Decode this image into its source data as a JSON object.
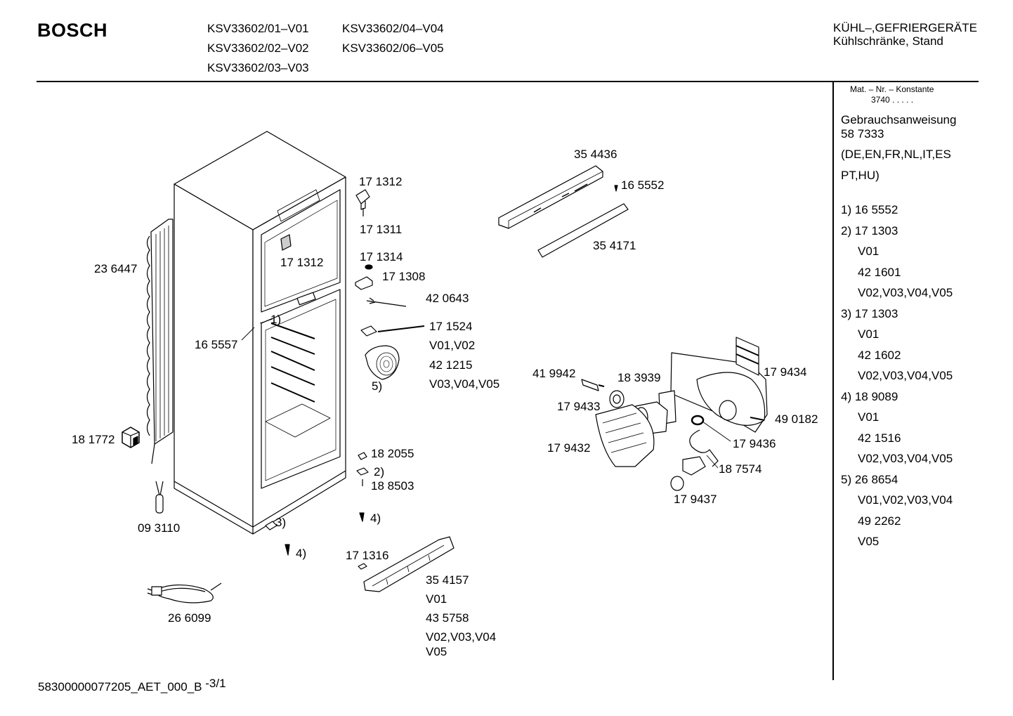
{
  "brand": "BOSCH",
  "models": [
    "KSV33602/01–V01",
    "KSV33602/02–V02",
    "KSV33602/03–V03",
    "KSV33602/04–V04",
    "KSV33602/06–V05"
  ],
  "category": {
    "line1": "KÜHL–,GEFRIERGERÄTE",
    "line2": "Kühlschränke, Stand"
  },
  "side": {
    "mat_header": "Mat. – Nr. – Konstante",
    "mat_value": "3740 . . . . .",
    "manual_title": "Gebrauchsanweisung",
    "manual_number": "58 7333",
    "languages1": "(DE,EN,FR,NL,IT,ES",
    "languages2": "PT,HU)",
    "notes": [
      "1) 16 5552",
      "2) 17 1303",
      "V01",
      "42 1601",
      "V02,V03,V04,V05",
      "3) 17 1303",
      "V01",
      "42 1602",
      "V02,V03,V04,V05",
      "4) 18 9089",
      "V01",
      "42 1516",
      "V02,V03,V04,V05",
      "5) 26 8654",
      "V01,V02,V03,V04",
      "49 2262",
      "V05"
    ]
  },
  "parts": {
    "p354436": "35 4436",
    "p165552": "16 5552",
    "p354171": "35 4171",
    "p171312a": "17 1312",
    "p171311": "17 1311",
    "p171312b": "17 1312",
    "p171314": "17 1314",
    "p171308": "17 1308",
    "p420643": "42 0643",
    "p171524": "17 1524",
    "v0102": "V01,V02",
    "p421215": "42 1215",
    "v030405": "V03,V04,V05",
    "c5": "5)",
    "p236447": "23 6447",
    "c1": "1)",
    "p165557": "16 5557",
    "p181772": "18 1772",
    "p931110": "09 3110",
    "p182055": "18 2055",
    "c2": "2)",
    "p188503": "18 8503",
    "c4a": "4)",
    "c3": "3)",
    "c4b": "4)",
    "p171316": "17 1316",
    "p354157": "35 4157",
    "v01": "V01",
    "p435758": "43 5758",
    "v020304": "V02,V03,V04",
    "v05": "V05",
    "p266099": "26 6099",
    "p419942": "41 9942",
    "p183939": "18 3939",
    "p179434": "17 9434",
    "p179433": "17 9433",
    "p490182": "49 0182",
    "p179436": "17 9436",
    "p179432": "17 9432",
    "p187574": "18 7574",
    "p179437": "17 9437"
  },
  "footer": {
    "code": "58300000077205_AET_000_B",
    "page": "-3/1"
  }
}
